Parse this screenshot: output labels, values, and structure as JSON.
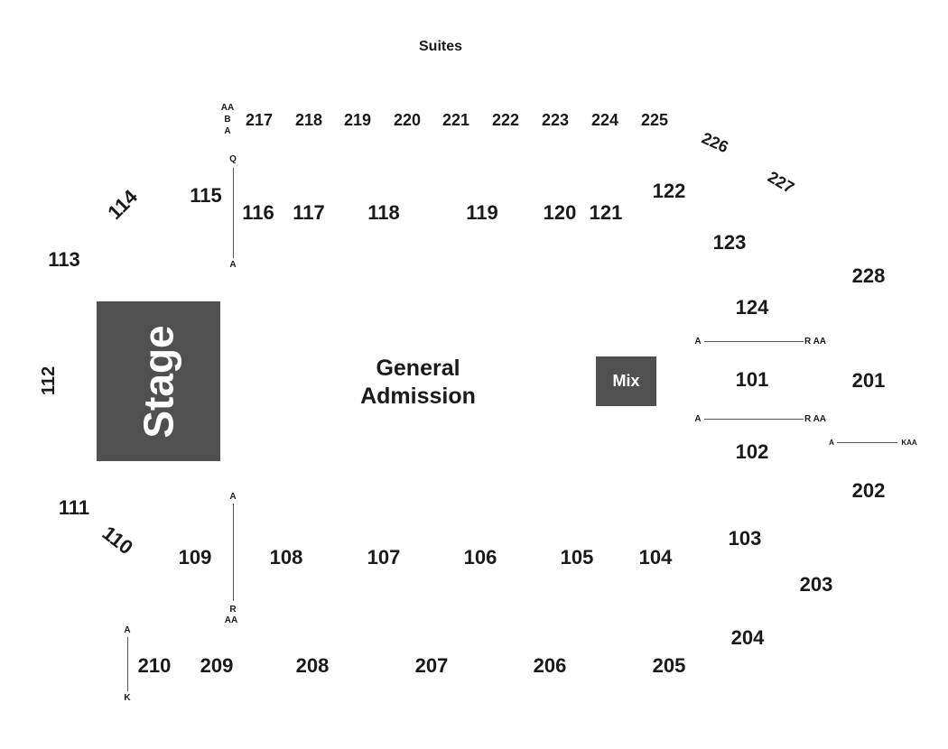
{
  "map": {
    "suites_label": "Suites",
    "stage_label": "Stage",
    "mix_label": "Mix",
    "ga_line1": "General",
    "ga_line2": "Admission",
    "sections_200_upper": [
      "217",
      "218",
      "219",
      "220",
      "221",
      "222",
      "223",
      "224",
      "225",
      "226",
      "227",
      "228"
    ],
    "sections_100_upper": [
      "113",
      "114",
      "115",
      "116",
      "117",
      "118",
      "119",
      "120",
      "121",
      "122",
      "123",
      "124"
    ],
    "sections_side": [
      "112",
      "101",
      "201",
      "102",
      "202"
    ],
    "sections_100_lower": [
      "111",
      "110",
      "109",
      "108",
      "107",
      "106",
      "105",
      "104",
      "103"
    ],
    "sections_200_lower": [
      "210",
      "209",
      "208",
      "207",
      "206",
      "205",
      "204",
      "203"
    ],
    "row_labels": {
      "aa": "AA",
      "b": "B",
      "a": "A",
      "q": "Q",
      "r": "R",
      "raa": "R AA",
      "k": "K",
      "kaa": "KAA"
    },
    "colors": {
      "block_fill": "#505050",
      "text": "#1a1a1a",
      "line": "#555555"
    }
  }
}
